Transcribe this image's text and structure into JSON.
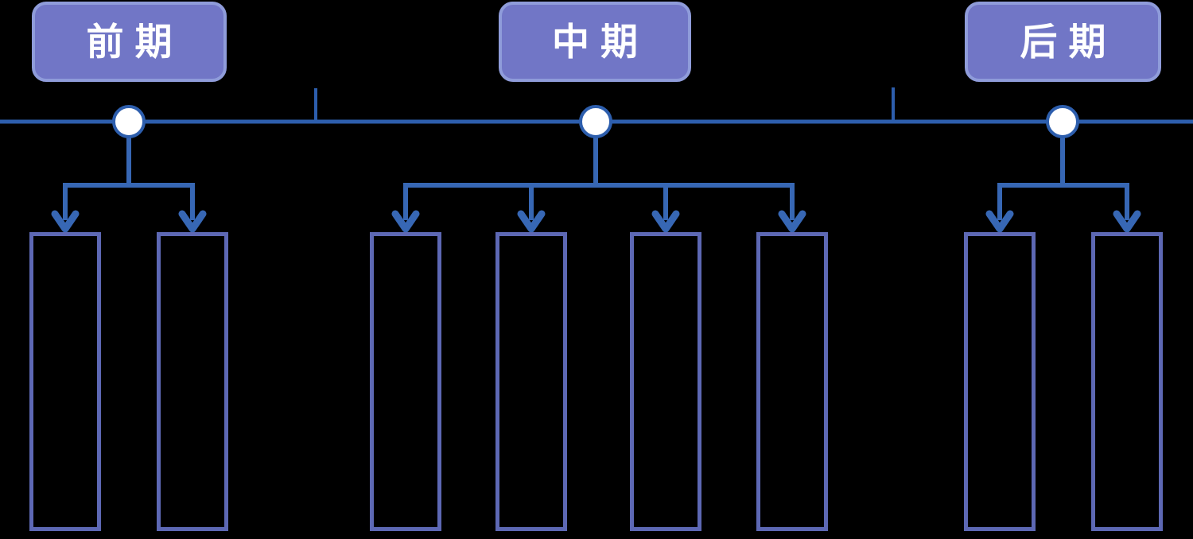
{
  "diagram": {
    "type": "timeline-flow",
    "background": "#000000",
    "phases": [
      {
        "id": "early",
        "label": "前期",
        "empty_slots": 2
      },
      {
        "id": "middle",
        "label": "中期",
        "empty_slots": 4
      },
      {
        "id": "late",
        "label": "后期",
        "empty_slots": 2
      }
    ],
    "timeline": {
      "node_count": 3,
      "tick_count": 2
    }
  },
  "colors": {
    "background": "#000000",
    "phase_fill": "#7176C6",
    "phase_border": "#8F9CDA",
    "phase_text": "#FFFFFF",
    "timeline_line": "#2D5EAD",
    "branch_arrow": "#3767B4",
    "node_fill": "#FFFFFF",
    "node_stroke": "#2D5EAD",
    "slot_box_border": "#5D68B4"
  }
}
